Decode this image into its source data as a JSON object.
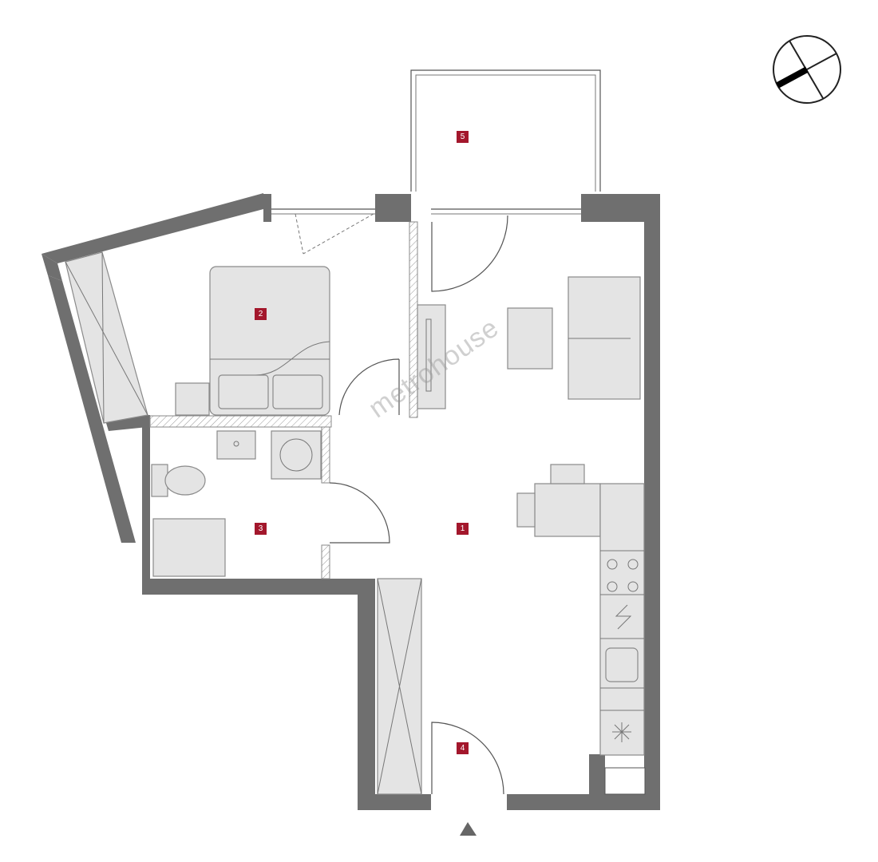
{
  "plan": {
    "rooms": [
      {
        "label": "1"
      },
      {
        "label": "2"
      },
      {
        "label": "3"
      },
      {
        "label": "4"
      },
      {
        "label": "5"
      }
    ],
    "watermark": "metrohouse",
    "badge_color": "#a3172c",
    "wall_color": "#6f6f6f",
    "furniture_color": "#e4e4e4"
  }
}
